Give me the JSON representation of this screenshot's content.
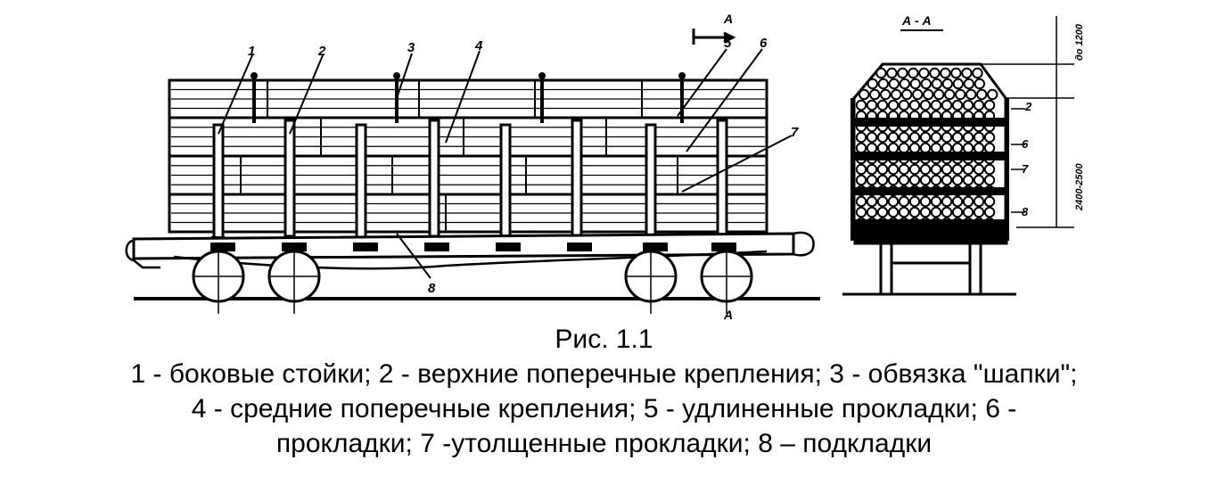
{
  "figure": {
    "caption_title": "Рис. 1.1",
    "legend_lines": [
      "1 - боковые стойки; 2 - верхние поперечные крепления; 3 - обвязка \"шапки\";",
      "4 - средние поперечные крепления; 5 - удлиненные прокладки; 6 -",
      "прокладки; 7 -утолщенные прокладки; 8 – подкладки"
    ]
  },
  "side_view": {
    "callouts": [
      "1",
      "2",
      "3",
      "4",
      "5",
      "6",
      "7",
      "8"
    ],
    "section_mark_top": "А",
    "section_mark_bottom": "А"
  },
  "section_view": {
    "title": "А - А",
    "dim_top": "до 1200",
    "dim_side": "2400-2500",
    "side_marks": [
      "2",
      "6",
      "7",
      "8"
    ]
  }
}
